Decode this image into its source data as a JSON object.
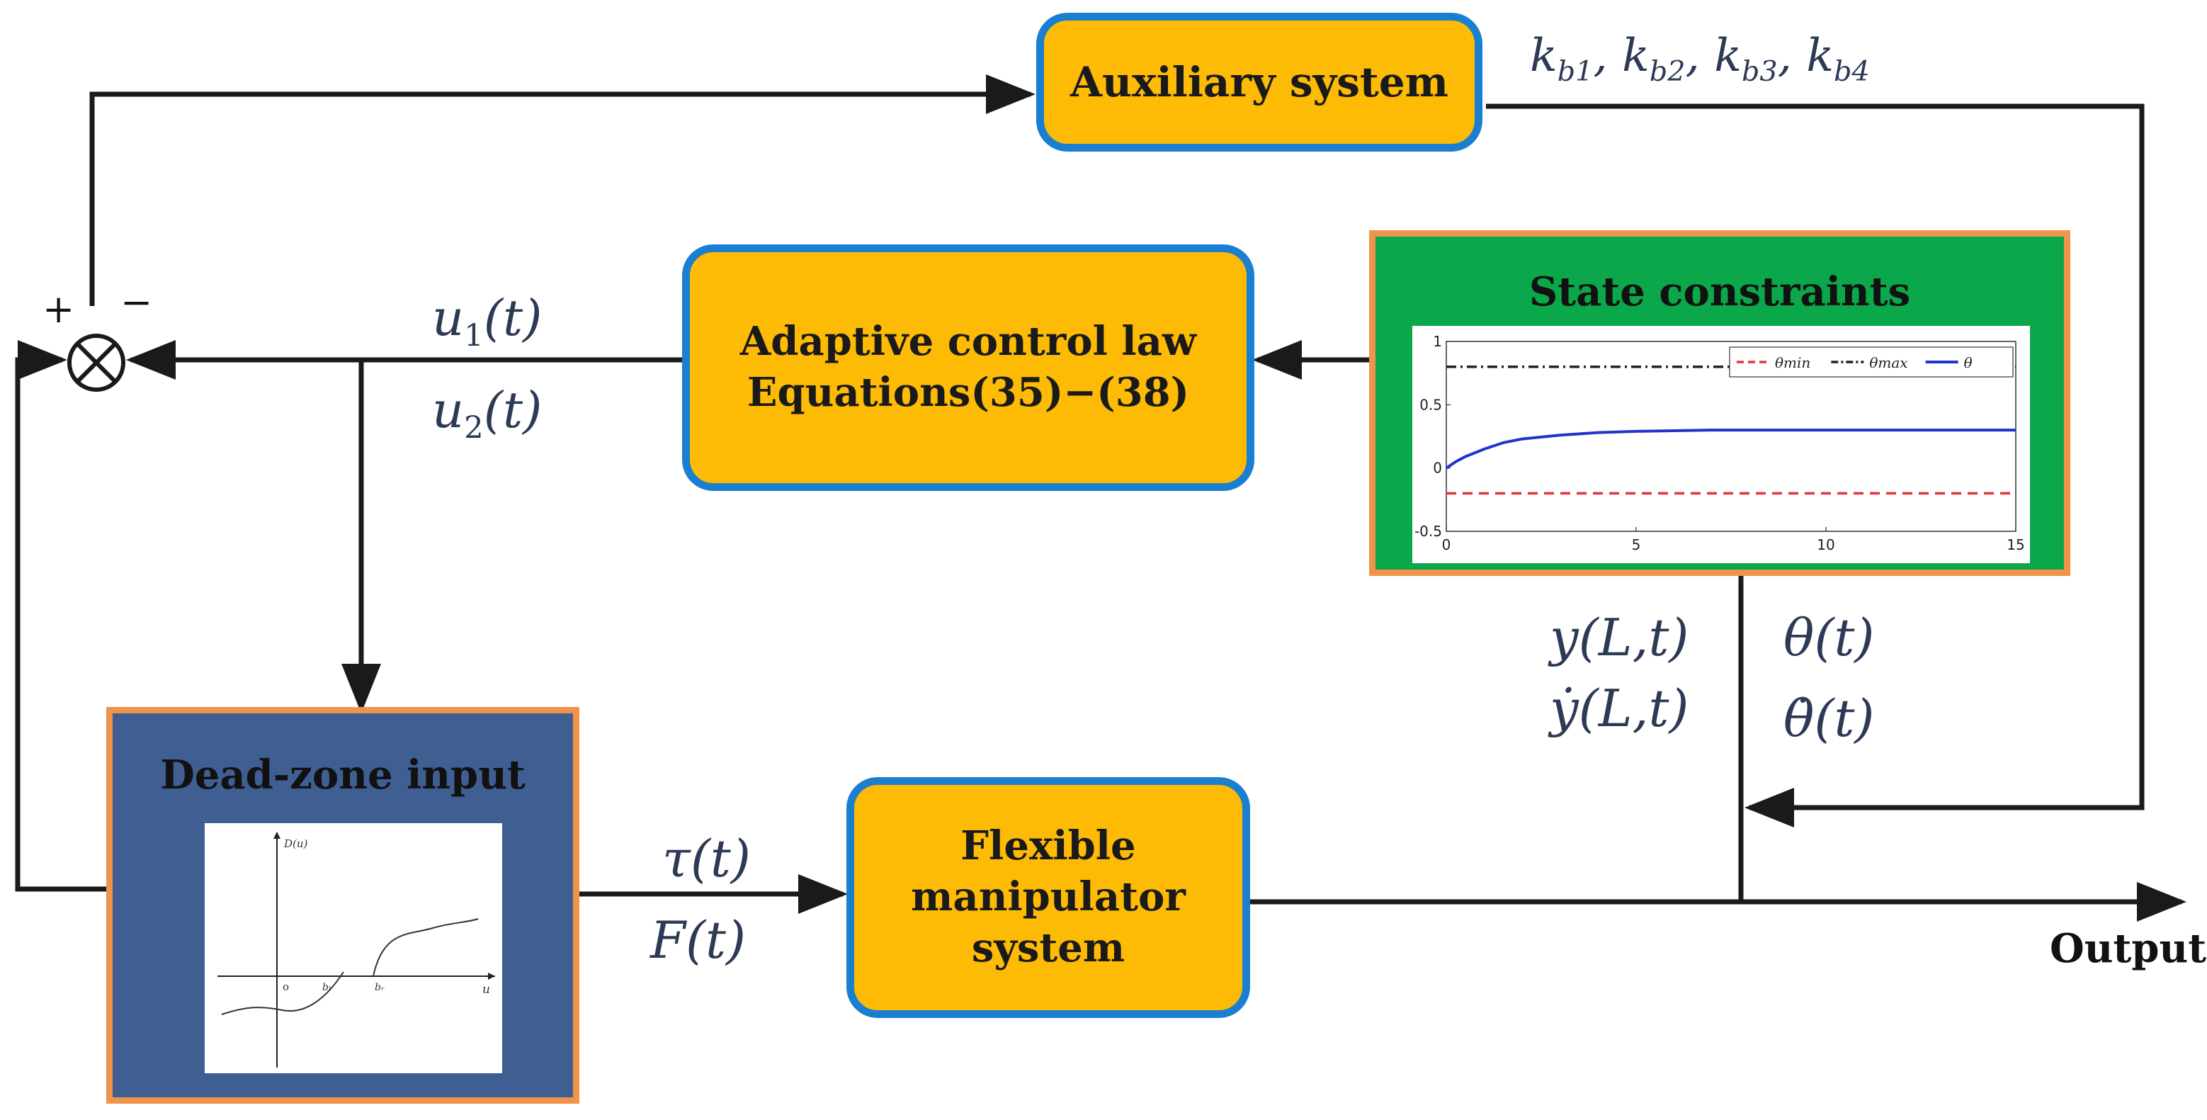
{
  "blocks": {
    "auxiliary_system": "Auxiliary system",
    "adaptive_control_law": {
      "line1": "Adaptive control law",
      "line2": "Equations(35)−(38)"
    },
    "flexible_manipulator": {
      "line1": "Flexible",
      "line2": "manipulator",
      "line3": "system"
    },
    "state_constraints": "State constraints",
    "dead_zone_input": "Dead-zone input"
  },
  "signals": {
    "k_b": {
      "base": "k",
      "subs": [
        "b1",
        "b2",
        "b3",
        "b4"
      ]
    },
    "u1": {
      "base": "u",
      "sub": "1",
      "arg": "(t)"
    },
    "u2": {
      "base": "u",
      "sub": "2",
      "arg": "(t)"
    },
    "tau": "τ(t)",
    "F": "F(t)",
    "y": "y(L,t)",
    "y_dot": "ẏ(L,t)",
    "theta": "θ(t)",
    "theta_dot": "θ̇(t)",
    "output": "Output"
  },
  "summing_junction": {
    "plus": "+",
    "minus": "−"
  },
  "colors": {
    "block_fill": "#fdbb06",
    "block_border": "#1a7fd0",
    "panel_border": "#f1944b",
    "state_panel_fill": "#0aa84a",
    "deadzone_panel_fill": "#3f5f92",
    "wire": "#1a1a1a"
  },
  "chart_data": {
    "type": "line",
    "xlim": [
      0,
      15
    ],
    "ylim": [
      -0.5,
      1
    ],
    "x_ticks": [
      "0",
      "5",
      "10",
      "15"
    ],
    "y_ticks": [
      "1",
      "0.5",
      "0",
      "-0.5"
    ],
    "legend_position": "top",
    "series": [
      {
        "name": "θmin",
        "style": "dashed",
        "color": "#e2353b",
        "x": [
          0,
          15
        ],
        "y": [
          -0.2,
          -0.2
        ]
      },
      {
        "name": "θmax",
        "style": "dash-dot",
        "color": "#222222",
        "x": [
          0,
          15
        ],
        "y": [
          0.8,
          0.8
        ]
      },
      {
        "name": "θ",
        "style": "solid",
        "color": "#2233cc",
        "x": [
          0,
          0.25,
          0.5,
          1,
          1.5,
          2,
          3,
          4,
          5,
          6,
          7,
          8,
          10,
          12,
          15
        ],
        "y": [
          0.0,
          0.05,
          0.09,
          0.15,
          0.2,
          0.23,
          0.26,
          0.28,
          0.29,
          0.295,
          0.3,
          0.3,
          0.3,
          0.3,
          0.3
        ]
      }
    ]
  },
  "dead_zone_plot": {
    "y_axis_label": "D(u)",
    "x_axis_label": "u",
    "origin_label": "o",
    "left_breakpoint": "bₗ",
    "right_breakpoint": "bᵣ"
  }
}
